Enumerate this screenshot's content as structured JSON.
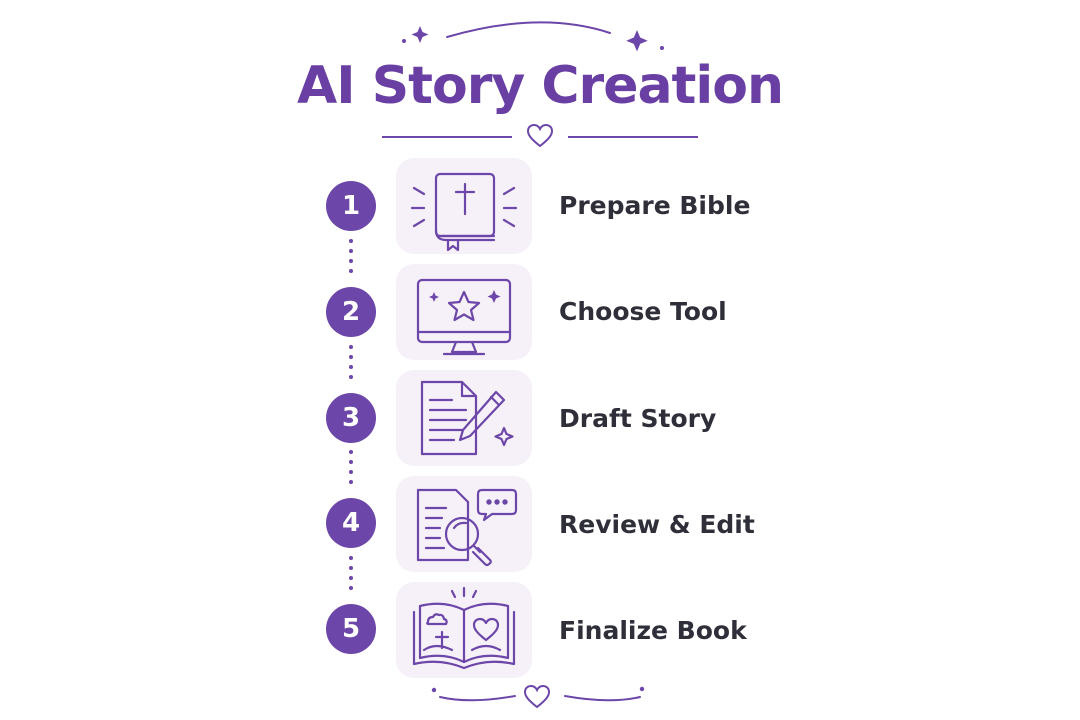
{
  "title": "AI Story Creation",
  "colors": {
    "accent": "#6c46a8",
    "title": "#6a3fa4",
    "text": "#2f2f3a",
    "tile": "#f6f1f8"
  },
  "steps": [
    {
      "number": "1",
      "label": "Prepare Bible",
      "icon": "bible-icon"
    },
    {
      "number": "2",
      "label": "Choose Tool",
      "icon": "monitor-star-icon"
    },
    {
      "number": "3",
      "label": "Draft Story",
      "icon": "document-pencil-icon"
    },
    {
      "number": "4",
      "label": "Review & Edit",
      "icon": "document-magnifier-icon"
    },
    {
      "number": "5",
      "label": "Finalize Book",
      "icon": "open-book-icon"
    }
  ]
}
